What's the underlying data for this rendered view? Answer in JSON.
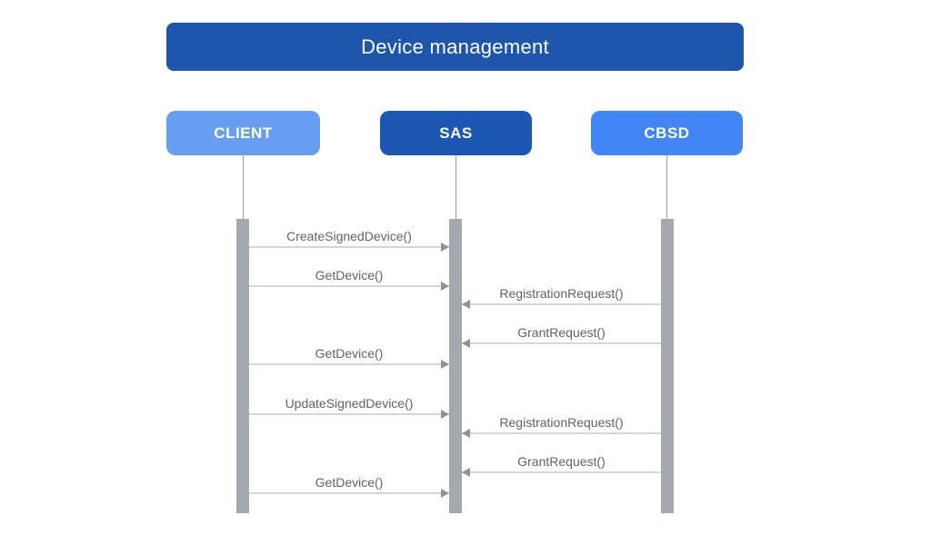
{
  "diagram": {
    "type": "sequence-diagram",
    "title": "Device management"
  },
  "actors": [
    {
      "id": "client",
      "label": "CLIENT"
    },
    {
      "id": "sas",
      "label": "SAS"
    },
    {
      "id": "cbsd",
      "label": "CBSD"
    }
  ],
  "messages": [
    {
      "label": "CreateSignedDevice()",
      "from": "CLIENT",
      "to": "SAS",
      "direction": "right"
    },
    {
      "label": "GetDevice()",
      "from": "CLIENT",
      "to": "SAS",
      "direction": "right"
    },
    {
      "label": "RegistrationRequest()",
      "from": "CBSD",
      "to": "SAS",
      "direction": "left"
    },
    {
      "label": "GrantRequest()",
      "from": "CBSD",
      "to": "SAS",
      "direction": "left"
    },
    {
      "label": "GetDevice()",
      "from": "CLIENT",
      "to": "SAS",
      "direction": "right"
    },
    {
      "label": "UpdateSignedDevice()",
      "from": "CLIENT",
      "to": "SAS",
      "direction": "right"
    },
    {
      "label": "RegistrationRequest()",
      "from": "CBSD",
      "to": "SAS",
      "direction": "left"
    },
    {
      "label": "GrantRequest()",
      "from": "CBSD",
      "to": "SAS",
      "direction": "left"
    },
    {
      "label": "GetDevice()",
      "from": "CLIENT",
      "to": "SAS",
      "direction": "right"
    }
  ],
  "colors": {
    "title_bg": "#1E55AD",
    "client_bg": "#689EF2",
    "sas_bg": "#1C58B3",
    "cbsd_bg": "#4285F4",
    "text_color": "#5F6368",
    "lifeline": "#9AA0A6",
    "activation_bar": "#A4A8AF",
    "arrow_line": "#D3D6DA",
    "arrow_head": "#8D9298"
  }
}
